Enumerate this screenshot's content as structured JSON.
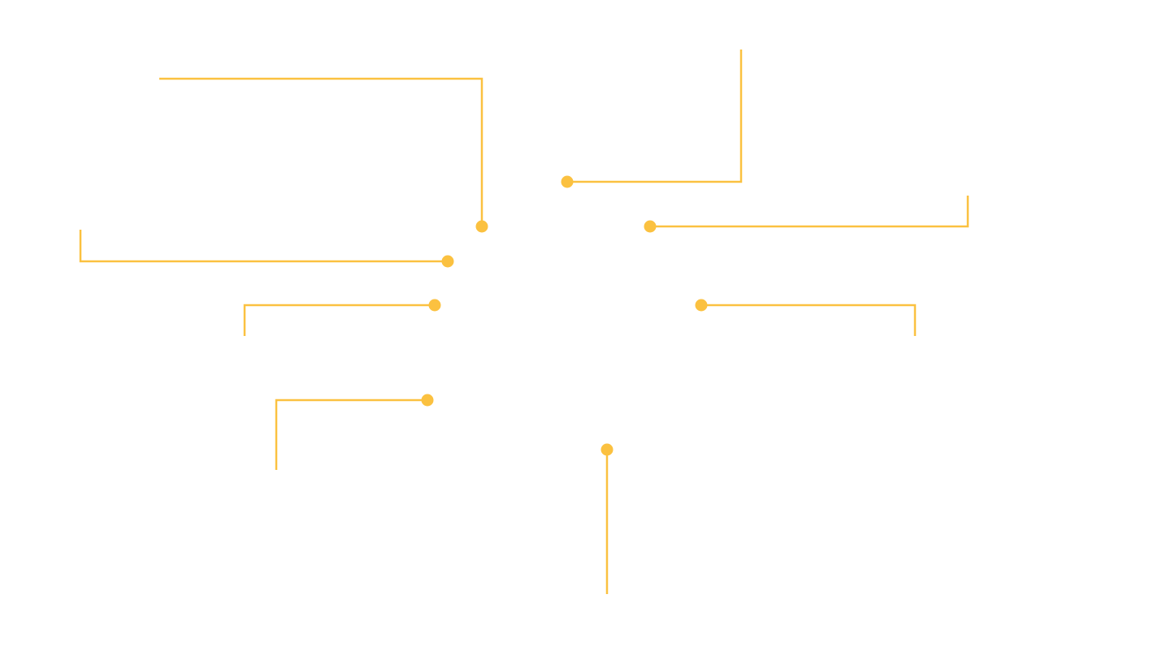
{
  "diagram": {
    "kind": "callout-leader-lines",
    "accent_color": "#FBC140",
    "callouts": [
      {
        "id": "callout-1",
        "label": ""
      },
      {
        "id": "callout-2",
        "label": ""
      },
      {
        "id": "callout-3",
        "label": ""
      },
      {
        "id": "callout-4",
        "label": ""
      },
      {
        "id": "callout-5",
        "label": ""
      },
      {
        "id": "callout-6",
        "label": ""
      },
      {
        "id": "callout-7",
        "label": ""
      },
      {
        "id": "callout-8",
        "label": ""
      }
    ]
  }
}
